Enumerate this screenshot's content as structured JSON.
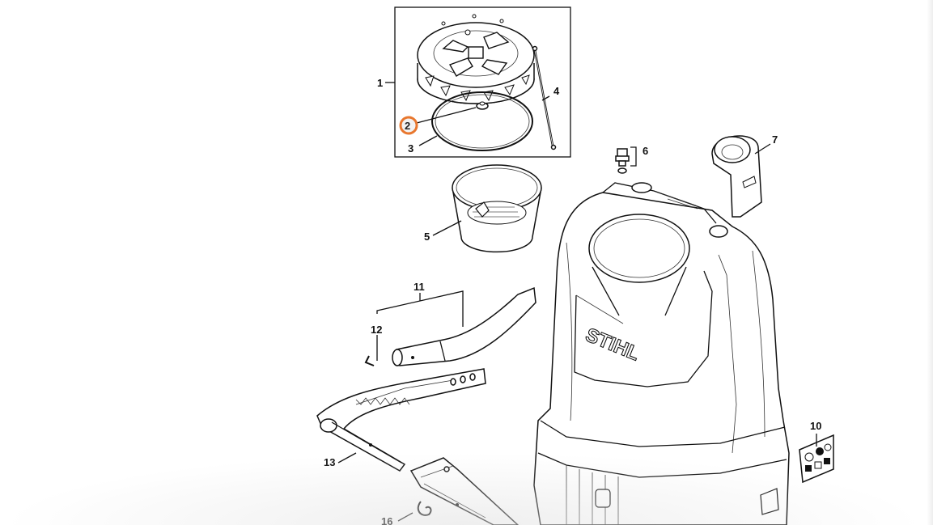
{
  "colors": {
    "background": "#ffffff",
    "line": "#111111",
    "highlight": "#e8772e",
    "highlight_fill": "#f2f2f2"
  },
  "diagram": {
    "brand_text": "STIHL",
    "highlighted_part": "2",
    "callouts": {
      "c1": "1",
      "c2": "2",
      "c3": "3",
      "c4": "4",
      "c5": "5",
      "c6": "6",
      "c7": "7",
      "c10": "10",
      "c11": "11",
      "c12": "12",
      "c13": "13",
      "c16": "16"
    }
  }
}
